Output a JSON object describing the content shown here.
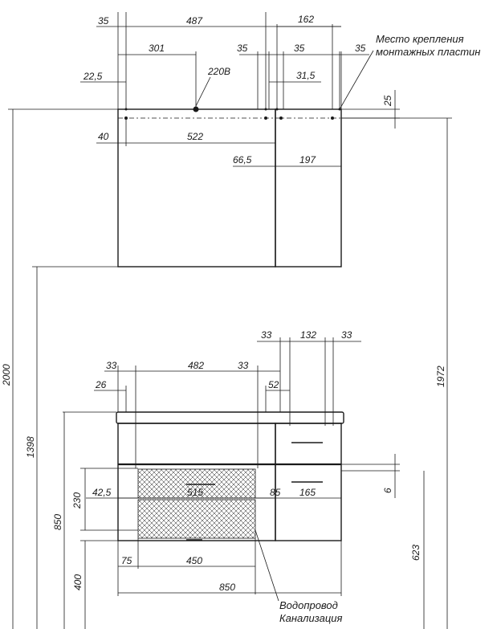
{
  "labels": {
    "mount_place": [
      "Место крепления",
      "монтажных пластин"
    ],
    "power": "220В",
    "pipes": [
      "Водопровод",
      "Канализация"
    ]
  },
  "top_dims": {
    "d35a": "35",
    "d487": "487",
    "d162": "162",
    "d301": "301",
    "d35b": "35",
    "d35c": "35",
    "d35d": "35",
    "d22_5": "22,5",
    "d31_5": "31,5",
    "d25": "25",
    "d40": "40",
    "d522": "522",
    "d66_5": "66,5",
    "d197": "197"
  },
  "bottom_dims": {
    "d33a": "33",
    "d132": "132",
    "d33b": "33",
    "d33c": "33",
    "d482": "482",
    "d33d": "33",
    "d26": "26",
    "d52": "52",
    "d230": "230",
    "d42_5": "42,5",
    "d515": "515",
    "d85": "85",
    "d165": "165",
    "d6": "6",
    "d75": "75",
    "d450": "450",
    "d850w": "850"
  },
  "vertical_dims": {
    "d2000": "2000",
    "d1398": "1398",
    "d1972": "1972",
    "d850h": "850",
    "d400": "400",
    "d623": "623"
  },
  "colors": {
    "ink": "#1a1a1a",
    "background": "#ffffff"
  }
}
